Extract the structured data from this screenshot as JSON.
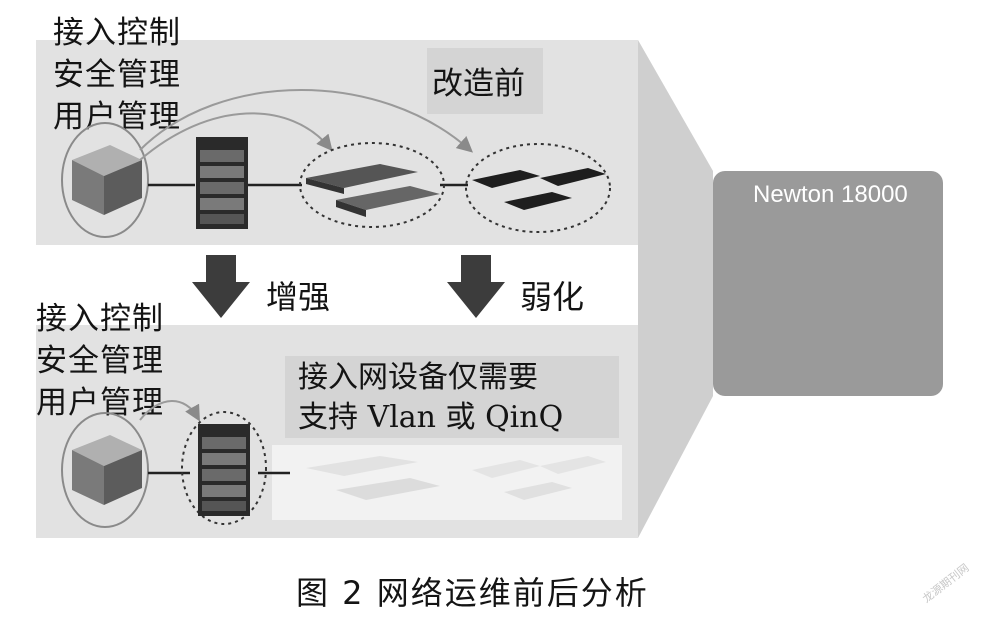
{
  "top": {
    "functions": [
      "接入控制",
      "安全管理",
      "用户管理"
    ],
    "label": "改造前"
  },
  "bottom": {
    "functions": [
      "接入控制",
      "安全管理",
      "用户管理"
    ],
    "label_line1": "接入网设备仅需要",
    "label_line2": "支持 Vlan 或 QinQ"
  },
  "arrows": {
    "left": "增强",
    "right": "弱化"
  },
  "product": {
    "name": "Newton 18000"
  },
  "caption": "图 2 网络运维前后分析",
  "watermark": "龙源期刊网",
  "colors": {
    "panel": "#e2e2e2",
    "label_box": "#d4d4d4",
    "arrow": "#3c3c3c",
    "device_dark": "#2a2a2a",
    "product_card": "#9a9a9a"
  }
}
